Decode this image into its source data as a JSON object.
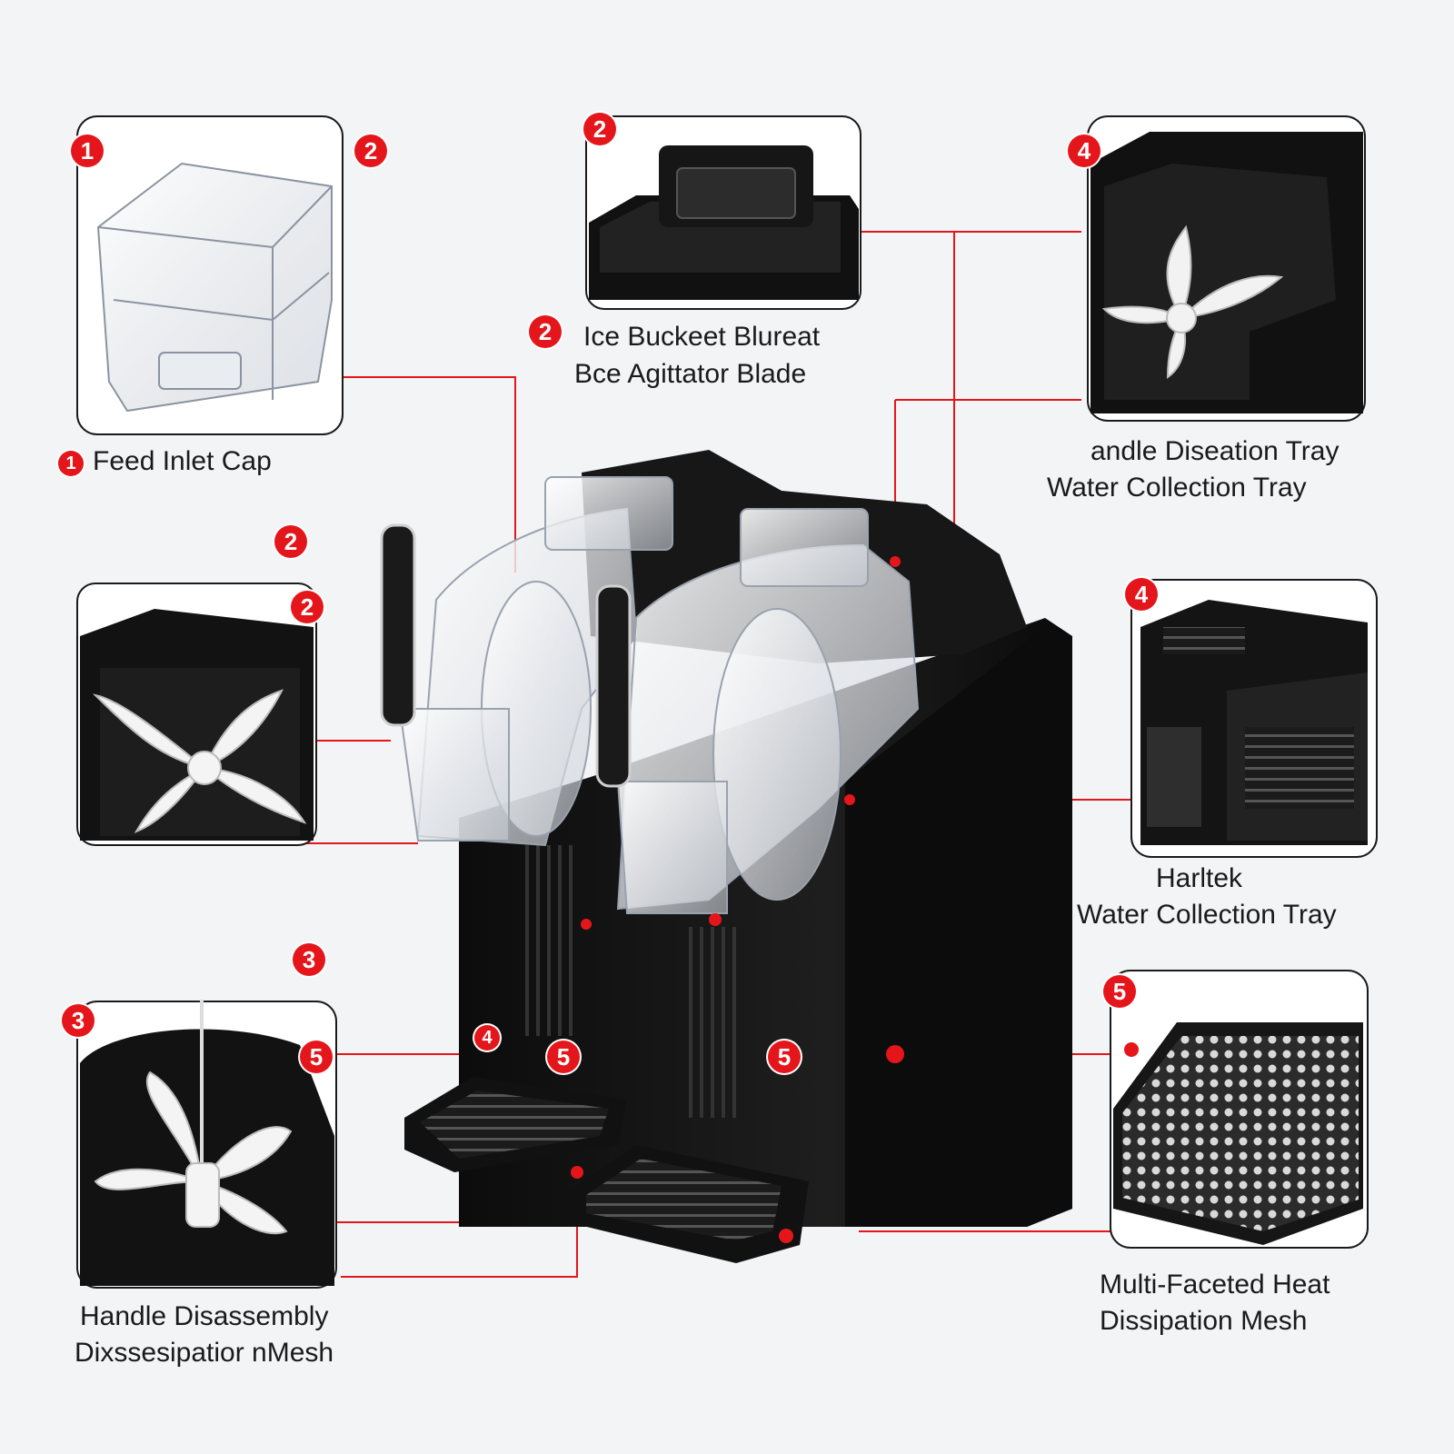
{
  "colors": {
    "accent": "#e4161b",
    "machine": "#141414",
    "panel_border": "#1a1a1a",
    "background": "#f3f4f6"
  },
  "badges": [
    "1",
    "2",
    "2",
    "4",
    "2",
    "2",
    "2",
    "4",
    "3",
    "3",
    "5",
    "5",
    "5",
    "5",
    "4",
    "1"
  ],
  "labels": {
    "feed_inlet_cap": "Feed Inlet Cap",
    "ice_bucket_line1": "Ice Buckeet Blureat",
    "ice_bucket_line2": "Bce Agittator Blade",
    "tray_top_line1": "andle Diseation Tray",
    "tray_top_line2": "Water Collection Tray",
    "tray_mid_line1": "Harltek",
    "tray_mid_line2": "Water Collection Tray",
    "handle_line1": "Handle Disassembly",
    "handle_line2": "Dixssesipatior nMesh",
    "mesh_line1": "Multi-Faceted Heat",
    "mesh_line2": "Dissipation Mesh"
  }
}
